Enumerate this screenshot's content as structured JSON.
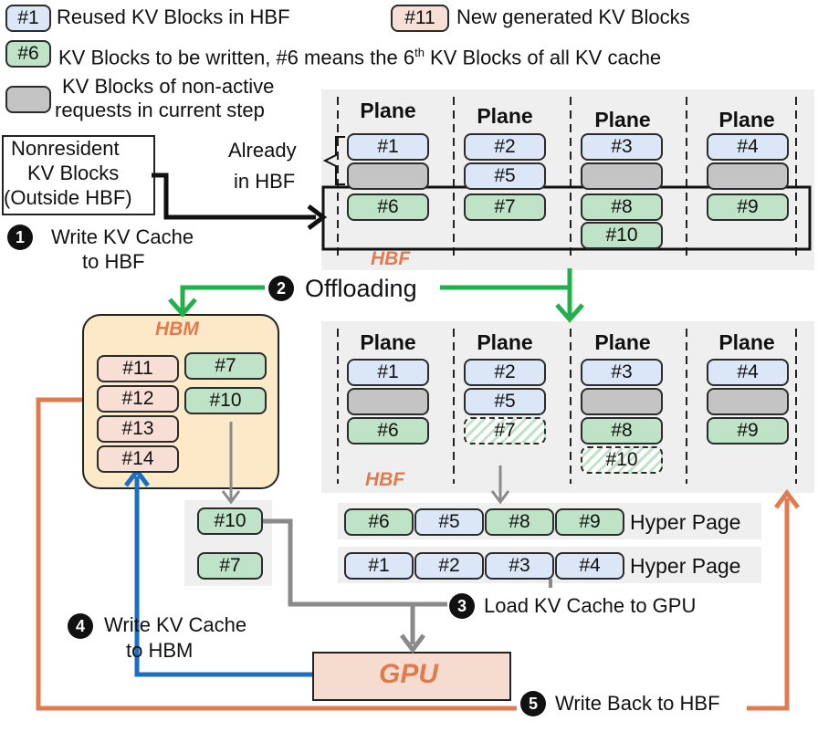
{
  "legend": {
    "reused_key": "#1",
    "reused_text": "Reused KV Blocks in HBF",
    "new_key": "#11",
    "new_text": "New generated KV Blocks",
    "write_key": "#6",
    "write_text_a": "KV  Blocks to be written, #6 means the 6",
    "write_text_sup": "th",
    "write_text_b": " KV Blocks of all KV cache",
    "inactive_line1": "KV Blocks of non-active",
    "inactive_line2": "requests in current step"
  },
  "labels": {
    "plane": "Plane",
    "already_line1": "Already",
    "already_line2": "in HBF",
    "nonresident_line1": "Nonresident",
    "nonresident_line2": "KV Blocks",
    "nonresident_line3": "(Outside HBF)",
    "hbf": "HBF",
    "hbm": "HBM",
    "gpu": "GPU",
    "hyper_page": "Hyper Page"
  },
  "steps": {
    "s1_num": "1",
    "s1_line1": "Write KV Cache",
    "s1_line2": "to HBF",
    "s2_num": "2",
    "s2_text": "Offloading",
    "s3_num": "3",
    "s3_text": "Load KV Cache to GPU",
    "s4_num": "4",
    "s4_line1": "Write KV Cache",
    "s4_line2": "to HBM",
    "s5_num": "5",
    "s5_text": "Write Back to HBF"
  },
  "blocks": {
    "b1": "#1",
    "b2": "#2",
    "b3": "#3",
    "b4": "#4",
    "b5": "#5",
    "b6": "#6",
    "b7": "#7",
    "b8": "#8",
    "b9": "#9",
    "b10": "#10",
    "b11": "#11",
    "b12": "#12",
    "b13": "#13",
    "b14": "#14"
  },
  "colors": {
    "reused": "#dbe7f7",
    "write": "#bfe3c6",
    "new": "#f8dfd6",
    "inactive": "#c4c4c4",
    "arrow_green": "#22b04b",
    "arrow_orange": "#e07b4f",
    "arrow_blue": "#1a6fbf",
    "arrow_gray": "#8a8a8a",
    "gpu_fill": "#f6dccf",
    "hbm_fill": "#fbe9c8"
  }
}
